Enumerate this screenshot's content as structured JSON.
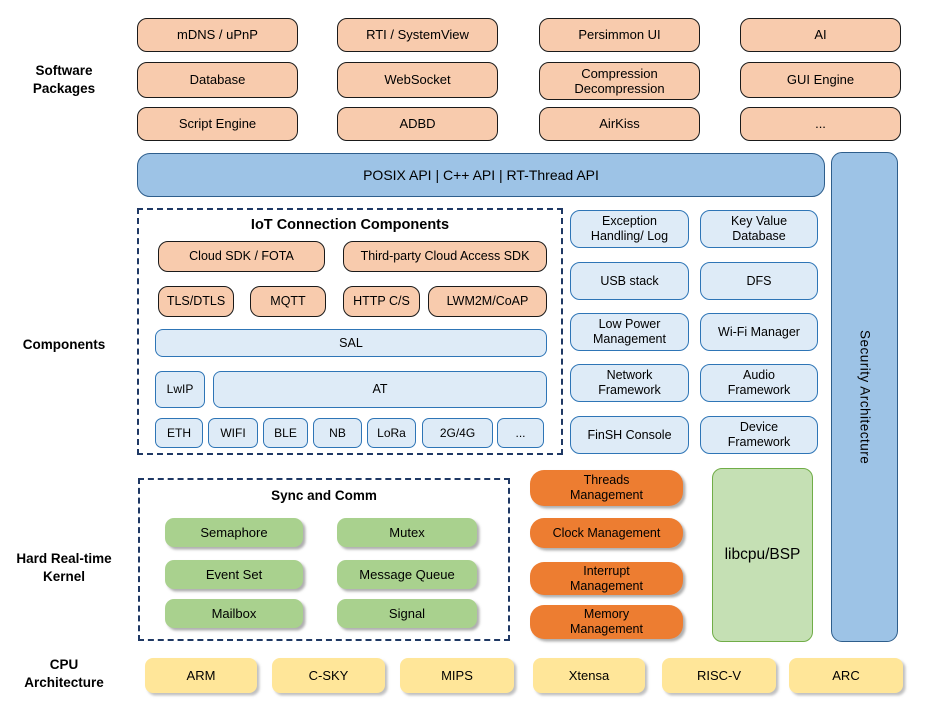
{
  "labels": {
    "software": "Software\nPackages",
    "components": "Components",
    "kernel": "Hard Real-time\nKernel",
    "cpu": "CPU\nArchitecture"
  },
  "software_packages": [
    "mDNS / uPnP",
    "RTI / SystemView",
    "Persimmon UI",
    "AI",
    "Database",
    "WebSocket",
    "Compression\nDecompression",
    "GUI Engine",
    "Script Engine",
    "ADBD",
    "AirKiss",
    "..."
  ],
  "api_bar": {
    "text": "POSIX API  |  C++ API  |  RT-Thread API"
  },
  "security_bar": {
    "text": "Security Architecture"
  },
  "iot": {
    "title": "IoT Connection Components",
    "cloud_sdk": "Cloud SDK / FOTA",
    "third_party": "Third-party Cloud Access SDK",
    "protocols": [
      "TLS/DTLS",
      "MQTT",
      "HTTP C/S",
      "LWM2M/CoAP"
    ],
    "sal": "SAL",
    "lwip": "LwIP",
    "at": "AT",
    "links": [
      "ETH",
      "WIFI",
      "BLE",
      "NB",
      "LoRa",
      "2G/4G",
      "..."
    ]
  },
  "component_boxes": [
    "Exception\nHandling/ Log",
    "Key Value\nDatabase",
    "USB stack",
    "DFS",
    "Low Power\nManagement",
    "Wi-Fi Manager",
    "Network\nFramework",
    "Audio\nFramework",
    "FinSH Console",
    "Device\nFramework"
  ],
  "kernel": {
    "sync_title": "Sync and Comm",
    "sync_items": [
      "Semaphore",
      "Mutex",
      "Event Set",
      "Message Queue",
      "Mailbox",
      "Signal"
    ],
    "mgmt_items": [
      "Threads\nManagement",
      "Clock Management",
      "Interrupt\nManagement",
      "Memory\nManagement"
    ],
    "libcpu": "libcpu/BSP"
  },
  "cpu_archs": [
    "ARM",
    "C-SKY",
    "MIPS",
    "Xtensa",
    "RISC-V",
    "ARC"
  ],
  "colors": {
    "package_orange": "#F8CBAD",
    "management_orange": "#ED7D31",
    "api_blue": "#9DC3E6",
    "component_blue": "#DEEBF7",
    "component_border_blue": "#2E75B6",
    "dashed_navy": "#1F3864",
    "kernel_green": "#A9D18E",
    "libcpu_green": "#C5E0B4",
    "libcpu_border_green": "#70AD47",
    "cpu_yellow": "#FFE699"
  }
}
